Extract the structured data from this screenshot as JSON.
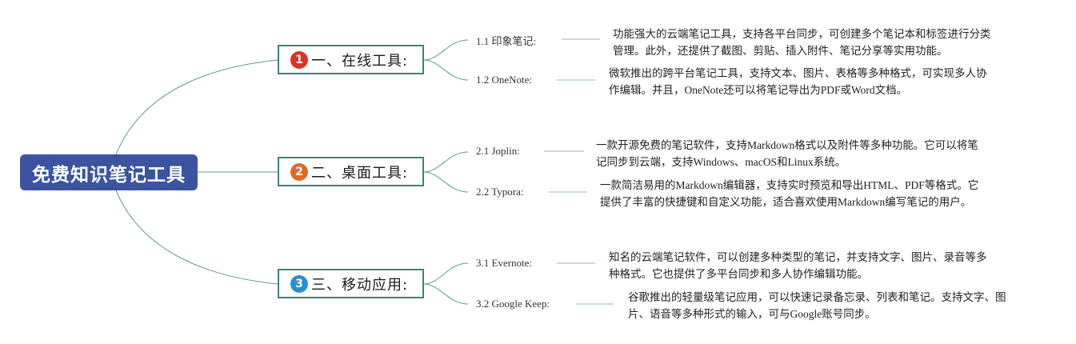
{
  "root": {
    "title": "免费知识笔记工具"
  },
  "branches": [
    {
      "badge": "1",
      "badge_color": "#d8352a",
      "label": "一、在线工具:",
      "items": [
        {
          "title": "1.1 印象笔记:",
          "desc": [
            "功能强大的云端笔记工具，支持各平台同步，可创建多个笔记本和标签进行分类",
            "管理。此外，还提供了截图、剪贴、插入附件、笔记分享等实用功能。"
          ]
        },
        {
          "title": "1.2 OneNote:",
          "desc": [
            "微软推出的跨平台笔记工具，支持文本、图片、表格等多种格式，可实现多人协",
            "作编辑。并且，OneNote还可以将笔记导出为PDF或Word文档。"
          ]
        }
      ]
    },
    {
      "badge": "2",
      "badge_color": "#e0692a",
      "label": "二、桌面工具:",
      "items": [
        {
          "title": "2.1 Joplin:",
          "desc": [
            "一款开源免费的笔记软件，支持Markdown格式以及附件等多种功能。它可以将笔",
            "记同步到云端，支持Windows、macOS和Linux系统。"
          ]
        },
        {
          "title": "2.2 Typora:",
          "desc": [
            "一款简洁易用的Markdown编辑器，支持实时预览和导出HTML、PDF等格式。它",
            "提供了丰富的快捷键和自定义功能，适合喜欢使用Markdown编写笔记的用户。"
          ]
        }
      ]
    },
    {
      "badge": "3",
      "badge_color": "#2a8fd0",
      "label": "三、移动应用:",
      "items": [
        {
          "title": "3.1 Evernote:",
          "desc": [
            "知名的云端笔记软件，可以创建多种类型的笔记，并支持文字、图片、录音等多",
            "种格式。它也提供了多平台同步和多人协作编辑功能。"
          ]
        },
        {
          "title": "3.2 Google Keep:",
          "desc": [
            "谷歌推出的轻量级笔记应用，可以快速记录备忘录、列表和笔记。支持文字、图",
            "片、语音等多种形式的输入，可与Google账号同步。"
          ]
        }
      ]
    }
  ],
  "colors": {
    "root_fill": "#3c53a0",
    "branch_border": "#3f8373",
    "connector": "#5e9c8c",
    "leaf_line": "#8fbdb1"
  }
}
